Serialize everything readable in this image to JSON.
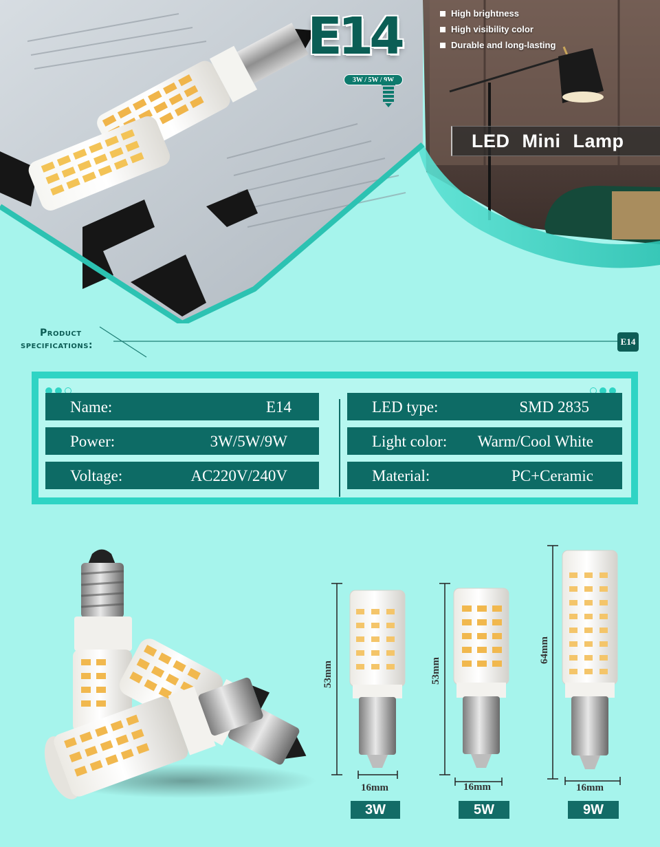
{
  "hero": {
    "badge": {
      "title": "E14",
      "wattage": "3W / 5W / 9W"
    },
    "features": [
      "High brightness",
      "High visibility color",
      "Durable and long-lasting"
    ],
    "banner": "LED Mini Lamp"
  },
  "specs_header": {
    "title_line1": "Product",
    "title_line2": "specifications:",
    "tag": "E14"
  },
  "specs": {
    "left": [
      {
        "key": "Name:",
        "value": "E14"
      },
      {
        "key": "Power:",
        "value": "3W/5W/9W"
      },
      {
        "key": "Voltage:",
        "value": "AC220V/240V"
      }
    ],
    "right": [
      {
        "key": "LED type:",
        "value": "SMD 2835"
      },
      {
        "key": "Light color:",
        "value": "Warm/Cool White"
      },
      {
        "key": "Material:",
        "value": "PC+Ceramic"
      }
    ]
  },
  "sizes": [
    {
      "height": "53mm",
      "width": "16mm",
      "power": "3W"
    },
    {
      "height": "53mm",
      "width": "16mm",
      "power": "5W"
    },
    {
      "height": "64mm",
      "width": "16mm",
      "power": "9W"
    }
  ],
  "colors": {
    "background": "#a6f4ec",
    "accent_dark": "#0d6b65",
    "accent": "#2fd4c4",
    "led_warm": "#f2b84b"
  }
}
